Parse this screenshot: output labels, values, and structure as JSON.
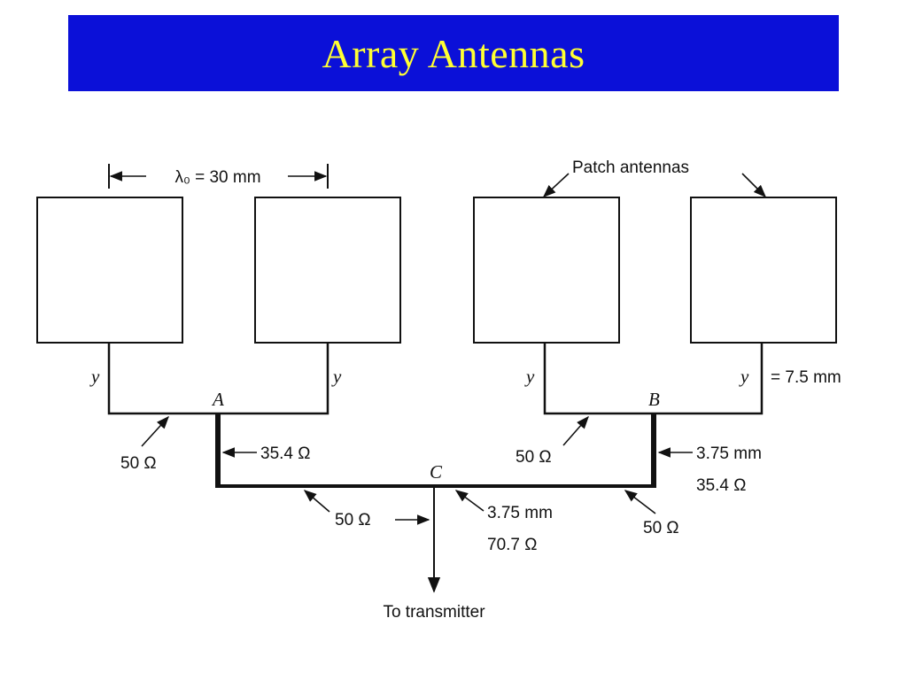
{
  "slide": {
    "title": "Array Antennas"
  },
  "diagram": {
    "wavelength_label": "λ₀ = 30 mm",
    "patch_label": "Patch antennas",
    "y_label": "y",
    "y_value_label": "= 7.5 mm",
    "node_a": "A",
    "node_b": "B",
    "node_c": "C",
    "left_line_impedance": "50 Ω",
    "left_quarter_wave_impedance": "35.4 Ω",
    "right_line_impedance": "50 Ω",
    "right_quarter_wave_width": "3.75 mm",
    "right_quarter_wave_impedance": "35.4 Ω",
    "bottom_left_impedance": "50 Ω",
    "center_width": "3.75 mm",
    "center_impedance": "70.7 Ω",
    "bottom_right_impedance": "50 Ω",
    "output_label": "To transmitter"
  }
}
